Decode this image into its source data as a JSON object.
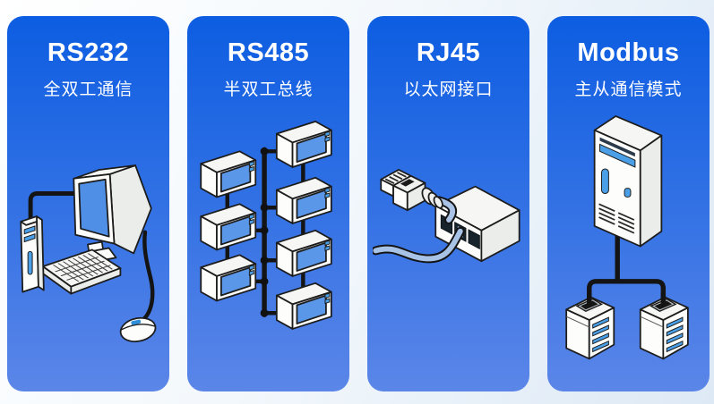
{
  "colors": {
    "panel_gradient_top": "#0d5de2",
    "panel_gradient_bottom": "#5b86e8",
    "page_background_top": "#ffffff",
    "page_background_bottom": "#dde9f5",
    "text": "#ffffff",
    "screen_blue": "#4f90e6",
    "accent_blue": "#4a9fe6",
    "cable_black": "#141414",
    "cable_blue": "#a9c3e6"
  },
  "panels": [
    {
      "id": "rs232",
      "title": "RS232",
      "subtitle": "全双工通信",
      "illustration": "desktop-computer-with-serial-adapter"
    },
    {
      "id": "rs485",
      "title": "RS485",
      "subtitle": "半双工总线",
      "illustration": "multi-device-bus-topology"
    },
    {
      "id": "rj45",
      "title": "RJ45",
      "subtitle": "以太网接口",
      "illustration": "ethernet-plug-and-switch"
    },
    {
      "id": "modbus",
      "title": "Modbus",
      "subtitle": "主从通信模式",
      "illustration": "master-slave-devices"
    }
  ]
}
